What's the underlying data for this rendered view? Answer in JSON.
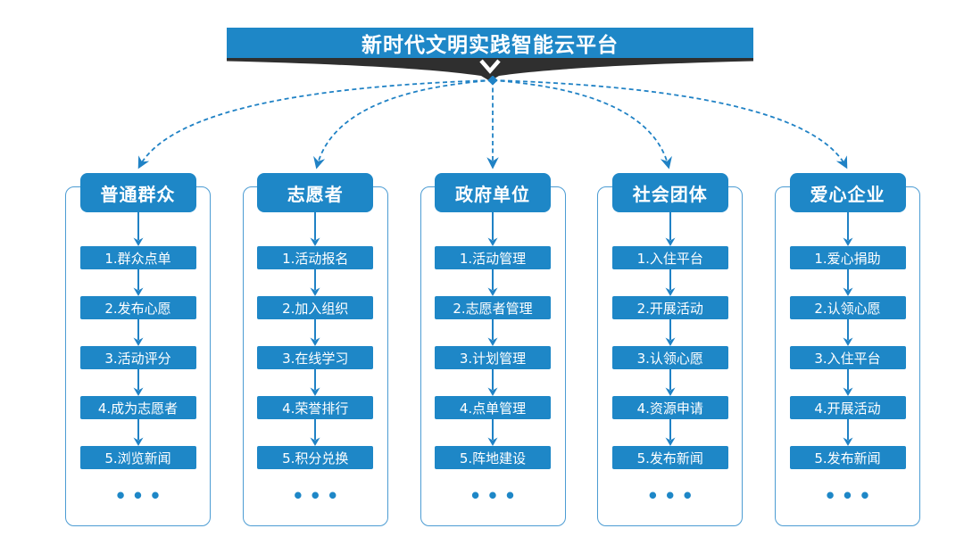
{
  "title": {
    "label": "新时代文明实践智能云平台"
  },
  "colors": {
    "primary_blue": "#1E87C7",
    "connector_blue": "#2082C5",
    "container_border": "#4C9CD3",
    "ribbon_dark": "#2F2F2F",
    "text_on_blue": "#FFFFFF",
    "background": "#FFFFFF"
  },
  "columns": [
    {
      "header": "普通群众",
      "items": [
        "1.群众点单",
        "2.发布心愿",
        "3.活动评分",
        "4.成为志愿者",
        "5.浏览新闻"
      ],
      "ellipsis": "•••"
    },
    {
      "header": "志愿者",
      "items": [
        "1.活动报名",
        "2.加入组织",
        "3.在线学习",
        "4.荣誉排行",
        "5.积分兑换"
      ],
      "ellipsis": "•••"
    },
    {
      "header": "政府单位",
      "items": [
        "1.活动管理",
        "2.志愿者管理",
        "3.计划管理",
        "4.点单管理",
        "5.阵地建设"
      ],
      "ellipsis": "•••"
    },
    {
      "header": "社会团体",
      "items": [
        "1.入住平台",
        "2.开展活动",
        "3.认领心愿",
        "4.资源申请",
        "5.发布新闻"
      ],
      "ellipsis": "•••"
    },
    {
      "header": "爱心企业",
      "items": [
        "1.爱心捐助",
        "2.认领心愿",
        "3.入住平台",
        "4.开展活动",
        "5.发布新闻"
      ],
      "ellipsis": "•••"
    }
  ]
}
